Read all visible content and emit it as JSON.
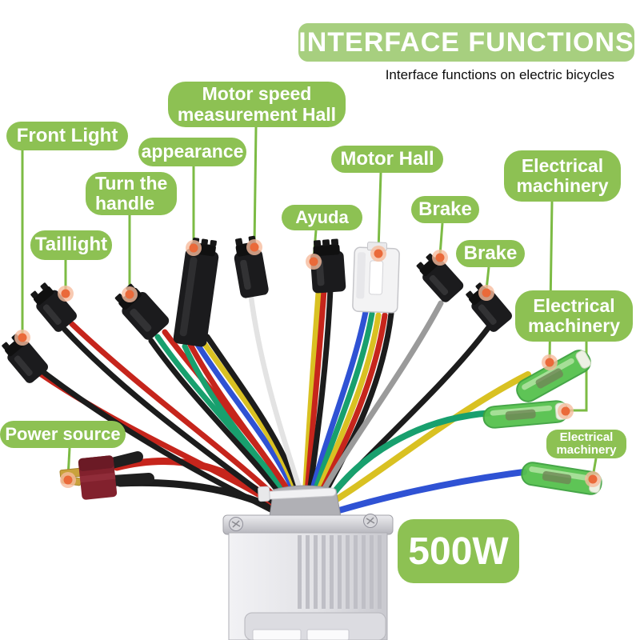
{
  "header": {
    "title": "INTERFACE FUNCTIONS",
    "subtitle": "Interface functions on electric bicycles"
  },
  "badge": {
    "power_rating": "500W"
  },
  "labels": {
    "front_light": "Front Light",
    "motor_speed_hall": "Motor speed measurement Hall",
    "appearance": "appearance",
    "turn_the_handle": "Turn the handle",
    "taillight": "Taillight",
    "ayuda": "Ayuda",
    "motor_hall": "Motor Hall",
    "brake_top": "Brake",
    "brake_bottom": "Brake",
    "electrical_machinery_1": "Electrical machinery",
    "electrical_machinery_2": "Electrical machinery",
    "electrical_machinery_3": "Electrical machinery",
    "power_source": "Power source"
  },
  "colors": {
    "label_green": "#8dc153",
    "banner_green": "#a7cf7f",
    "leader_green": "#7cbb44",
    "dot_orange": "#ea6a3a",
    "dot_halo": "#f6bb9d",
    "wire_red": "#c6251c",
    "wire_black": "#1c1c1c",
    "wire_blue": "#2f52d4",
    "wire_yellow": "#d9c122",
    "wire_teal": "#18a06e",
    "wire_gray": "#9a9a9a",
    "wire_white": "#e3e3e3"
  }
}
